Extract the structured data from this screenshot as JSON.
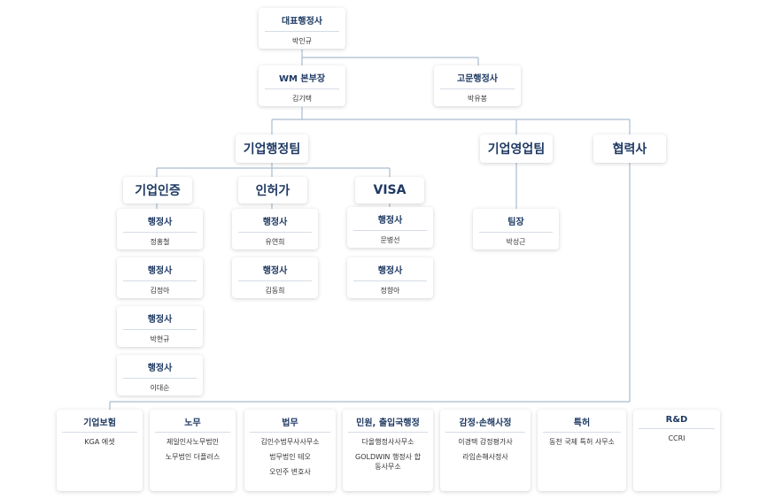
{
  "top": [
    {
      "title": "대표행정사",
      "names": [
        "박인규"
      ]
    },
    {
      "title": "WM 본부장",
      "names": [
        "김기택"
      ]
    },
    {
      "title": "고문행정사",
      "names": [
        "박유봉"
      ]
    }
  ],
  "level1": [
    "기업행정팀",
    "기업영업팀",
    "협력사"
  ],
  "level2": [
    "기업인증",
    "인허가",
    "VISA"
  ],
  "staff": [
    {
      "title": "행정사",
      "names": [
        "정홍철"
      ]
    },
    {
      "title": "행정사",
      "names": [
        "김정아"
      ]
    },
    {
      "title": "행정사",
      "names": [
        "박현규"
      ]
    },
    {
      "title": "행정사",
      "names": [
        "이대순"
      ]
    },
    {
      "title": "행정사",
      "names": [
        "유연희"
      ]
    },
    {
      "title": "행정사",
      "names": [
        "김동희"
      ]
    },
    {
      "title": "행정사",
      "names": [
        "문병선"
      ]
    },
    {
      "title": "행정사",
      "names": [
        "정향아"
      ]
    },
    {
      "title": "팀장",
      "names": [
        "박성근"
      ]
    }
  ],
  "partners": [
    {
      "title": "기업보험",
      "names": [
        "KGA 에셋"
      ]
    },
    {
      "title": "노무",
      "names": [
        "제일인사노무법인",
        "노무법인 더플러스"
      ]
    },
    {
      "title": "법무",
      "names": [
        "김인수법무사사무소",
        "법무법인 테오",
        "오민주 변호사"
      ]
    },
    {
      "title": "민원, 출입국행정",
      "names": [
        "다올행정사사무소",
        "GOLDWIN 행정사 합동사무소"
      ]
    },
    {
      "title": "감정·손해사정",
      "names": [
        "이경택 감정평가사",
        "라임손해사정사"
      ]
    },
    {
      "title": "특허",
      "names": [
        "동천 국제 특허 사무소"
      ]
    },
    {
      "title": "R&D",
      "names": [
        "CCRI"
      ]
    }
  ],
  "colors": {
    "title": "#1f3a63",
    "line": "#a9bccf"
  }
}
